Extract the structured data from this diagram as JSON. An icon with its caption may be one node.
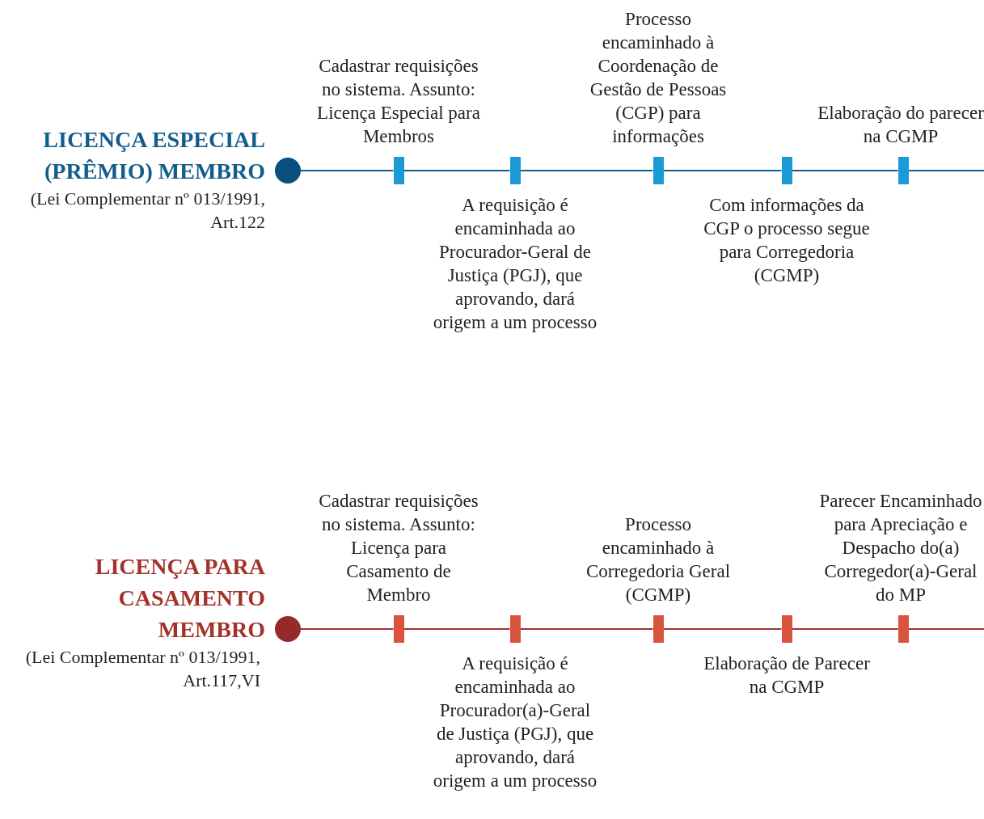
{
  "diagram": {
    "nodes": [
      {
        "text": [],
        "shape": "circle",
        "beside": [
          "LICENÇA ESPECIAL (PRÊMIO) MEMBRO",
          "(Lei Complementar nº 013/1991, Art.122"
        ]
      },
      {
        "text": [],
        "shape": "bar",
        "beside": [
          "Cadastrar requisições no sistema. Assunto: Licença Especial para Membros"
        ]
      },
      {
        "text": [],
        "shape": "bar",
        "beside": [
          "A requisição é encaminhada ao Procurador-Geral de Justiça (PGJ), que aprovando, dará origem a um processo"
        ]
      },
      {
        "text": [],
        "shape": "bar",
        "beside": [
          "Processo encaminhado à Coordenação de Gestão de Pessoas (CGP) para informações"
        ]
      },
      {
        "text": [],
        "shape": "bar",
        "beside": [
          "Com informações da CGP o processo segue para Corregedoria (CGMP)"
        ]
      },
      {
        "text": [],
        "shape": "bar",
        "beside": [
          "Elaboração do parecer na CGMP"
        ]
      },
      {
        "text": [],
        "shape": "circle",
        "beside": [
          "LICENÇA PARA CASAMENTO MEMBRO",
          "(Lei Complementar nº 013/1991, Art.117,VI"
        ]
      },
      {
        "text": [],
        "shape": "bar",
        "beside": [
          "Cadastrar requisições no sistema. Assunto: Licença para Casamento de Membro"
        ]
      },
      {
        "text": [],
        "shape": "bar",
        "beside": [
          "A requisição é encaminhada ao Procurador(a)-Geral de Justiça (PGJ), que aprovando, dará origem a um processo"
        ]
      },
      {
        "text": [],
        "shape": "bar",
        "beside": [
          "Processo encaminhado à Corregedoria Geral (CGMP)"
        ]
      },
      {
        "text": [],
        "shape": "bar",
        "beside": [
          "Elaboração de Parecer na CGMP"
        ]
      },
      {
        "text": [],
        "shape": "bar",
        "beside": [
          "Parecer Encaminhado para Apreciação e Despacho do(a) Corregedor(a)-Geral do MP"
        ]
      }
    ],
    "edges": [
      {
        "from": 0,
        "to": 1,
        "arrow": "none"
      },
      {
        "from": 1,
        "to": 2,
        "arrow": "none"
      },
      {
        "from": 2,
        "to": 3,
        "arrow": "none"
      },
      {
        "from": 3,
        "to": 4,
        "arrow": "none"
      },
      {
        "from": 4,
        "to": 5,
        "arrow": "none"
      },
      {
        "from": 5,
        "to": null,
        "arrow": "none"
      },
      {
        "from": 6,
        "to": 7,
        "arrow": "none",
        "color": "#a3322c"
      },
      {
        "from": 7,
        "to": 8,
        "arrow": "none",
        "color": "#a3322c"
      },
      {
        "from": 8,
        "to": 9,
        "arrow": "none",
        "color": "#a3322c"
      },
      {
        "from": 9,
        "to": 10,
        "arrow": "none",
        "color": "#a3322c"
      },
      {
        "from": 10,
        "to": 11,
        "arrow": "none",
        "color": "#a3322c"
      },
      {
        "from": 11,
        "to": null,
        "arrow": "none",
        "color": "#a3322c"
      }
    ]
  }
}
